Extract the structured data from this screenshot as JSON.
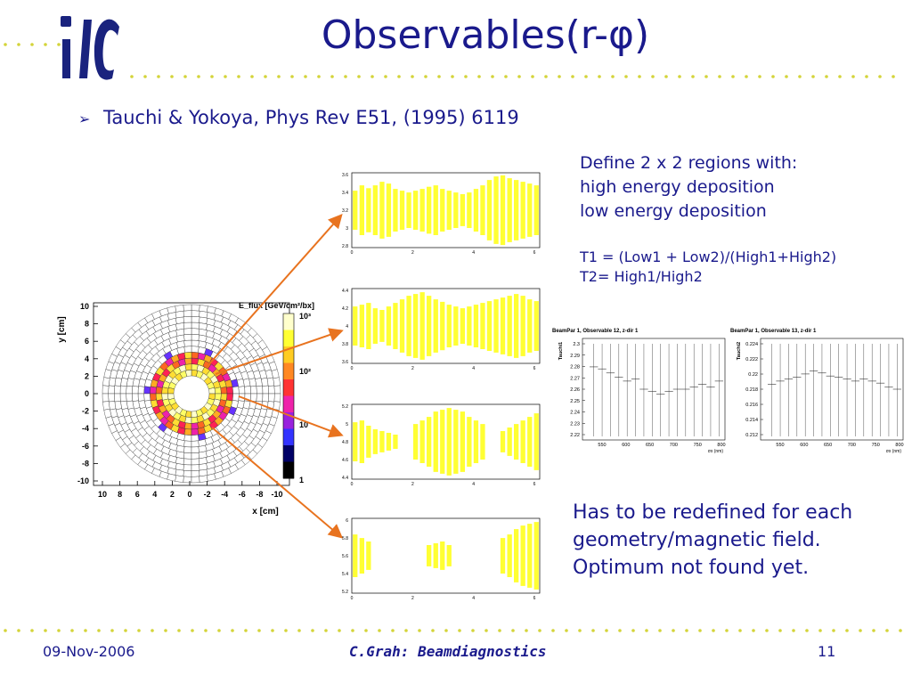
{
  "slide": {
    "title": "Observables(r-φ)",
    "bullet": "Tauchi & Yokoya, Phys Rev E51, (1995) 6119",
    "definition_lines": [
      "Define 2 x 2 regions with:",
      "high energy deposition",
      "low energy deposition"
    ],
    "t_lines": [
      "T1 = (Low1 + Low2)/(High1+High2)",
      "T2= High1/High2"
    ],
    "note_lines": [
      "Has to be redefined for each",
      "geometry/magnetic field.",
      "Optimum not found yet."
    ]
  },
  "logo": {
    "text": "ilc",
    "color": "#1a237e"
  },
  "colors": {
    "text": "#1a1a8c",
    "dots": "#d4d43a",
    "arrow": "#e8731f",
    "bars": "#ffff33"
  },
  "footer": {
    "date": "09-Nov-2006",
    "center": "C.Grah: Beamdiagnostics",
    "page": "11"
  },
  "polar_plot": {
    "ylabel": "y [cm]",
    "xlabel": "x [cm]",
    "yticks": [
      "10",
      "8",
      "6",
      "4",
      "2",
      "0",
      "-2",
      "-4",
      "-6",
      "-8",
      "-10"
    ],
    "xticks": [
      "10",
      "8",
      "6",
      "4",
      "2",
      "0",
      "-2",
      "-4",
      "-6",
      "-8",
      "-10"
    ],
    "colorbar_title": "E_flux [GeV/cm²/bx]",
    "colorbar_ticks": [
      "10³",
      "10²",
      "10",
      "1"
    ]
  },
  "bar_plots": [
    {
      "yticks": [
        "3.6",
        "3.4",
        "3.2",
        "3",
        "2.8"
      ],
      "xticks": [
        "0",
        "2",
        "4",
        "6"
      ]
    },
    {
      "yticks": [
        "4.4",
        "4.2",
        "4",
        "3.8",
        "3.6"
      ],
      "xticks": [
        "0",
        "2",
        "4",
        "6"
      ]
    },
    {
      "yticks": [
        "5.2",
        "5",
        "4.8",
        "4.6",
        "4.4"
      ],
      "xticks": [
        "0",
        "2",
        "4",
        "6"
      ]
    },
    {
      "yticks": [
        "6",
        "5.8",
        "5.6",
        "5.4",
        "5.2"
      ],
      "xticks": [
        "0",
        "2",
        "4",
        "6"
      ]
    }
  ],
  "scan_plots": [
    {
      "title": "BeamPar  1, Observable 12, z-dir  1",
      "ylabel": "Tauchi1",
      "yticks": [
        "2.3",
        "2.29",
        "2.28",
        "2.27",
        "2.26",
        "2.25",
        "2.24",
        "2.23",
        "2.22"
      ],
      "xticks": [
        "550",
        "600",
        "650",
        "700",
        "750",
        "800"
      ],
      "xlabel": "σx (nm)"
    },
    {
      "title": "BeamPar  1, Observable 13, z-dir  1",
      "ylabel": "Tauchi2",
      "yticks": [
        "0.224",
        "0.222",
        "0.22",
        "0.218",
        "0.216",
        "0.214",
        "0.212"
      ],
      "xticks": [
        "550",
        "600",
        "650",
        "700",
        "750",
        "800"
      ],
      "xlabel": "σx (nm)"
    }
  ]
}
